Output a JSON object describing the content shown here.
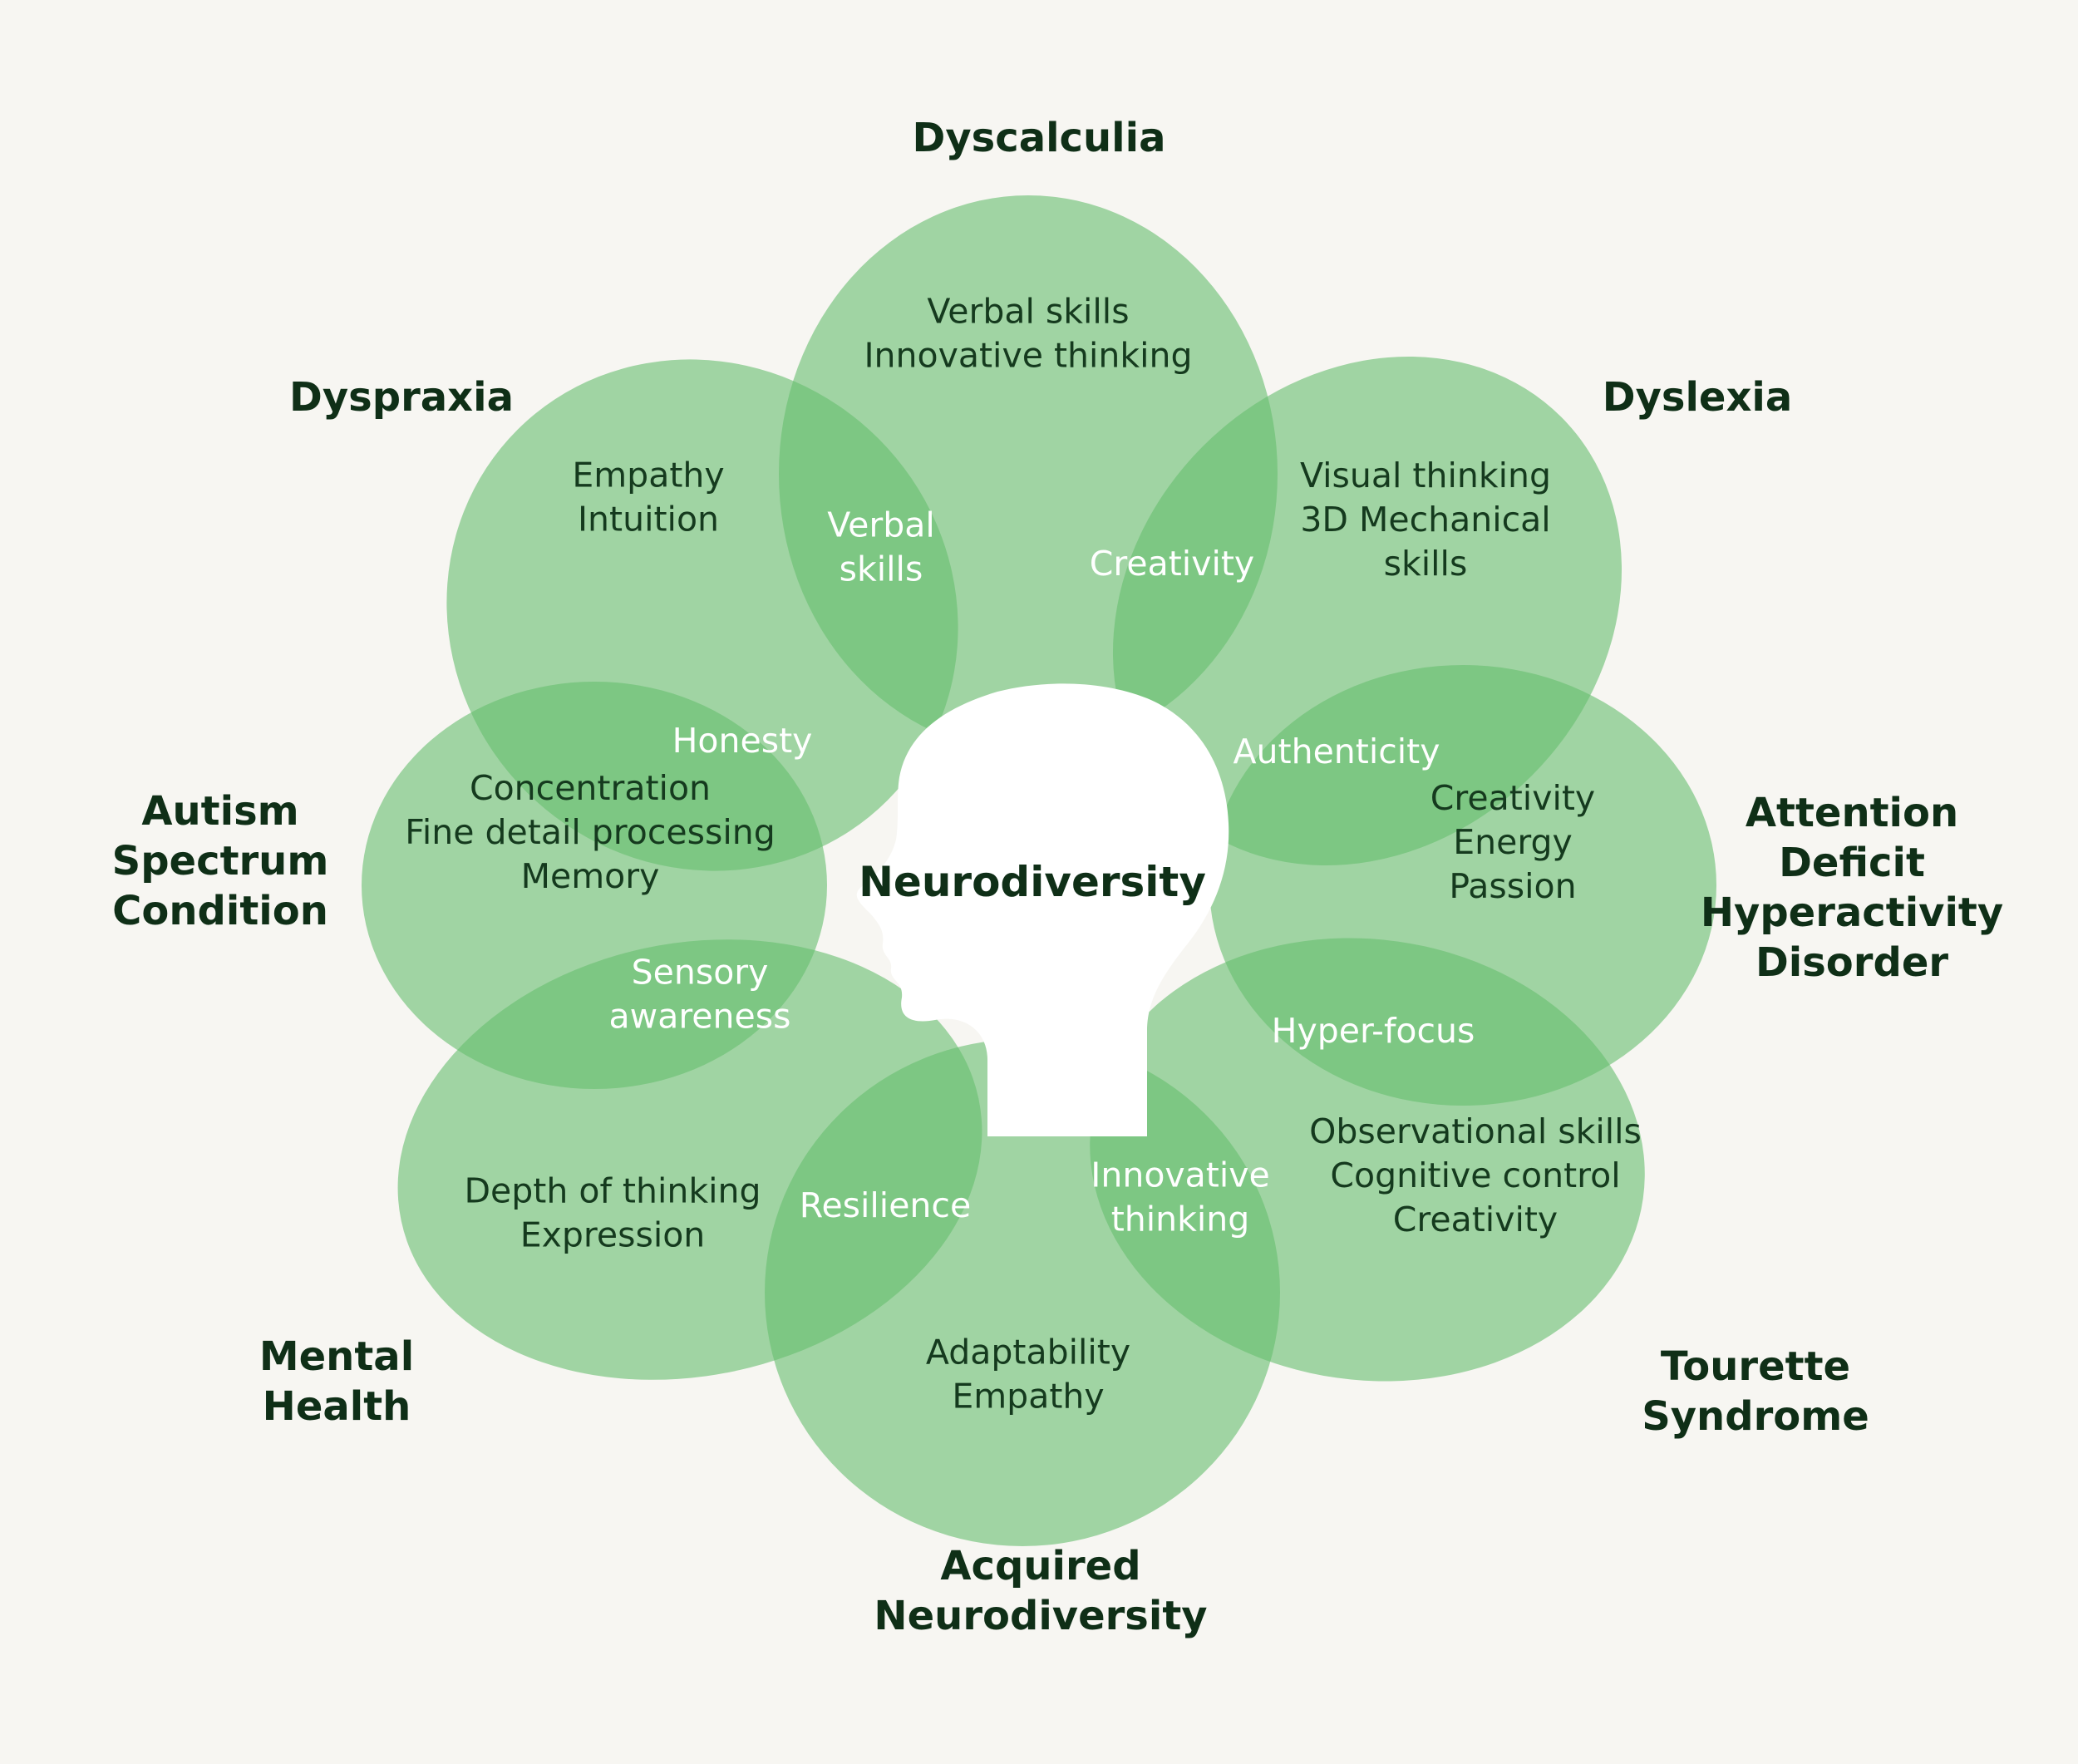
{
  "center_label": "Neurodiversity",
  "colors": {
    "background": "#f7f6f2",
    "petal": "#66be6e",
    "petal_overlap": "#4fae5a",
    "head": "#ffffff",
    "label_dark": "#0f2f17",
    "overlap_text": "#ffffff"
  },
  "icons": [
    "head-silhouette-icon"
  ],
  "categories": [
    {
      "id": "dyscalculia",
      "label": [
        "Dyscalculia"
      ],
      "strengths": [
        "Verbal skills",
        "Innovative thinking"
      ]
    },
    {
      "id": "dyslexia",
      "label": [
        "Dyslexia"
      ],
      "strengths": [
        "Visual thinking",
        "3D Mechanical",
        "skills"
      ]
    },
    {
      "id": "adhd",
      "label": [
        "Attention",
        "Deficit",
        "Hyperactivity",
        "Disorder"
      ],
      "strengths": [
        "Creativity",
        "Energy",
        "Passion"
      ]
    },
    {
      "id": "tourette",
      "label": [
        "Tourette",
        "Syndrome"
      ],
      "strengths": [
        "Observational skills",
        "Cognitive control",
        "Creativity"
      ]
    },
    {
      "id": "acquired",
      "label": [
        "Acquired",
        "Neurodiversity"
      ],
      "strengths": [
        "Adaptability",
        "Empathy"
      ]
    },
    {
      "id": "mental-health",
      "label": [
        "Mental",
        "Health"
      ],
      "strengths": [
        "Depth of thinking",
        "Expression"
      ]
    },
    {
      "id": "autism",
      "label": [
        "Autism",
        "Spectrum",
        "Condition"
      ],
      "strengths": [
        "Concentration",
        "Fine detail processing",
        "Memory"
      ]
    },
    {
      "id": "dyspraxia",
      "label": [
        "Dyspraxia"
      ],
      "strengths": [
        "Empathy",
        "Intuition"
      ]
    }
  ],
  "shared_strengths": [
    {
      "id": "verbal-skills",
      "between": [
        "dyspraxia",
        "dyscalculia"
      ],
      "lines": [
        "Verbal",
        "skills"
      ]
    },
    {
      "id": "creativity",
      "between": [
        "dyscalculia",
        "dyslexia"
      ],
      "lines": [
        "Creativity"
      ]
    },
    {
      "id": "authenticity",
      "between": [
        "dyslexia",
        "adhd"
      ],
      "lines": [
        "Authenticity"
      ]
    },
    {
      "id": "hyper-focus",
      "between": [
        "adhd",
        "tourette"
      ],
      "lines": [
        "Hyper-focus"
      ]
    },
    {
      "id": "innovative-thinking",
      "between": [
        "tourette",
        "acquired"
      ],
      "lines": [
        "Innovative",
        "thinking"
      ]
    },
    {
      "id": "resilience",
      "between": [
        "acquired",
        "mental-health"
      ],
      "lines": [
        "Resilience"
      ]
    },
    {
      "id": "sensory-awareness",
      "between": [
        "mental-health",
        "autism"
      ],
      "lines": [
        "Sensory",
        "awareness"
      ]
    },
    {
      "id": "honesty",
      "between": [
        "autism",
        "dyspraxia"
      ],
      "lines": [
        "Honesty"
      ]
    }
  ]
}
